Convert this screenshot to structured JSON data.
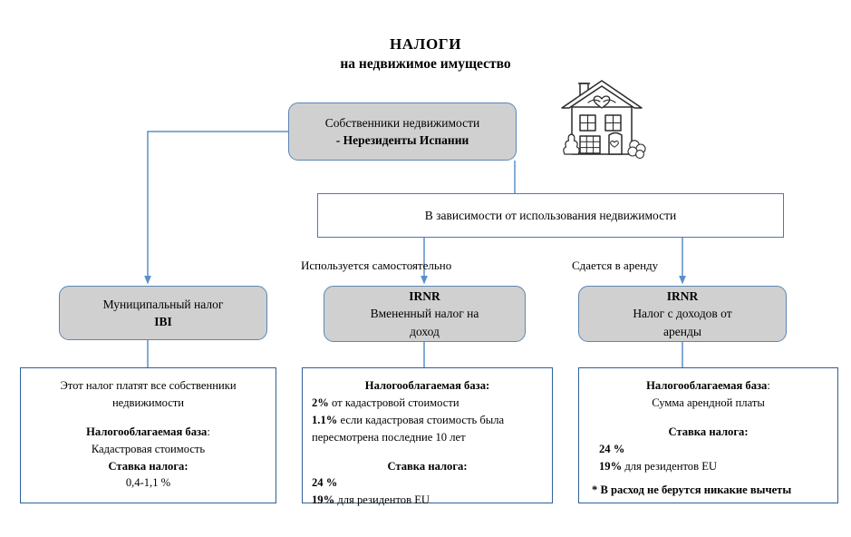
{
  "title": {
    "main": "НАЛОГИ",
    "sub": "на недвижимое имущество"
  },
  "colors": {
    "node_fill": "#d0d0d0",
    "node_border": "#5b86b3",
    "band_border": "#4a7bb0",
    "card_border": "#2f5f96",
    "connector": "#5b8fc9",
    "text": "#000000"
  },
  "nodes": {
    "owner": {
      "line1": "Собственники недвижимости",
      "line2": "- Нерезиденты Испании"
    },
    "usage_band": {
      "text": "В зависимости от использования недвижимости"
    },
    "municipal": {
      "line1": "Муниципальный налог",
      "line2": "IBI"
    },
    "irnr_imputed": {
      "line1": "IRNR",
      "line2": "Вмененный налог на",
      "line3": "доход"
    },
    "irnr_rental": {
      "line1": "IRNR",
      "line2": "Налог с доходов от",
      "line3": "аренды"
    }
  },
  "branch_labels": {
    "self_use": "Используется самостоятельно",
    "rented": "Сдается в аренду"
  },
  "cards": {
    "municipal": {
      "intro_line1": "Этот налог платят все собственники",
      "intro_line2": "недвижимости",
      "base_label": "Налогооблагаемая база",
      "base_colon": ":",
      "base_value": "Кадастровая стоимость",
      "rate_label": "Ставка налога:",
      "rate_value": "0,4-1,1 %"
    },
    "imputed": {
      "base_label": "Налогооблагаемая база:",
      "rate2_bold": "2%",
      "rate2_rest": " от кадастровой стоимости",
      "rate11_bold": "1.1%",
      "rate11_rest": " если кадастровая стоимость была",
      "rate11_cont": "пересмотрена последние 10 лет",
      "rate_label": "Ставка налога:",
      "rate24": "24 %",
      "rate19_bold": "19%",
      "rate19_rest": " для резидентов EU"
    },
    "rental": {
      "base_label": "Налогооблагаемая база",
      "base_colon": ":",
      "base_value": "Сумма арендной платы",
      "rate_label": "Ставка налога:",
      "rate24": "24 %",
      "rate19_bold": "19%",
      "rate19_rest": " для резидентов EU",
      "note": "* В расход не берутся никакие вычеты"
    }
  },
  "illustration": {
    "house_icon": "house-icon"
  }
}
